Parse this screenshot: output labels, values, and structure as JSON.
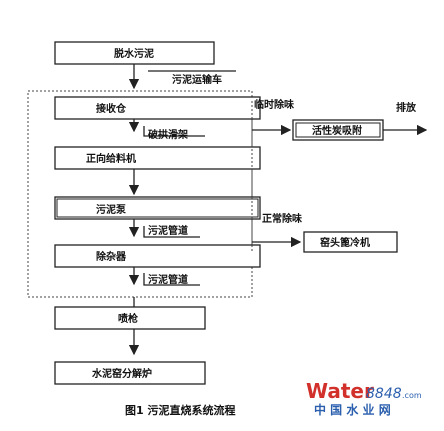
{
  "diagram": {
    "nodes": {
      "dewatered_sludge": "脱水污泥",
      "sludge_truck": "污泥运输车",
      "receiving_bin": "接收仓",
      "breaking_frame": "破拱滑架",
      "forward_feeder": "正向给料机",
      "sludge_pump": "污泥泵",
      "sludge_pipe_1": "污泥管道",
      "impurity_remover": "除杂器",
      "sludge_pipe_2": "污泥管道",
      "spray_gun": "喷枪",
      "cement_kiln": "水泥窑分解炉",
      "temp_deodor": "临时除味",
      "activated_carbon": "活性炭吸附",
      "discharge": "排放",
      "normal_deodor": "正常除味",
      "kiln_head_cooler": "窑头篦冷机"
    },
    "caption": "图1  污泥直烧系统流程",
    "watermark_brand": "Water",
    "watermark_number": "8848",
    "watermark_suffix": ".com",
    "watermark_cn": "中 国 水 业 网"
  },
  "colors": {
    "line": "#222222",
    "watermark_red": "#d2302a",
    "watermark_blue": "#2b5fae"
  }
}
